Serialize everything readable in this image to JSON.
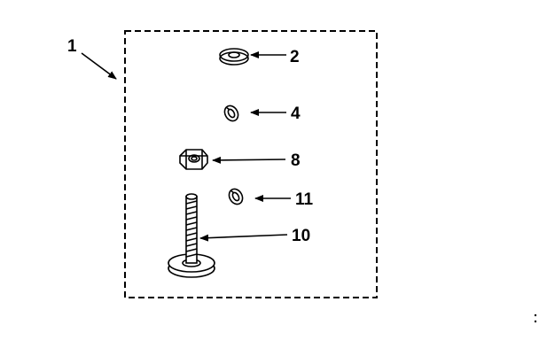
{
  "diagram": {
    "callouts": [
      {
        "id": "kit",
        "label": "1"
      },
      {
        "id": "washer",
        "label": "2"
      },
      {
        "id": "lock-washer",
        "label": "4"
      },
      {
        "id": "hex-nut",
        "label": "8"
      },
      {
        "id": "clip-washer",
        "label": "11"
      },
      {
        "id": "leveling-bolt",
        "label": "10"
      }
    ]
  }
}
